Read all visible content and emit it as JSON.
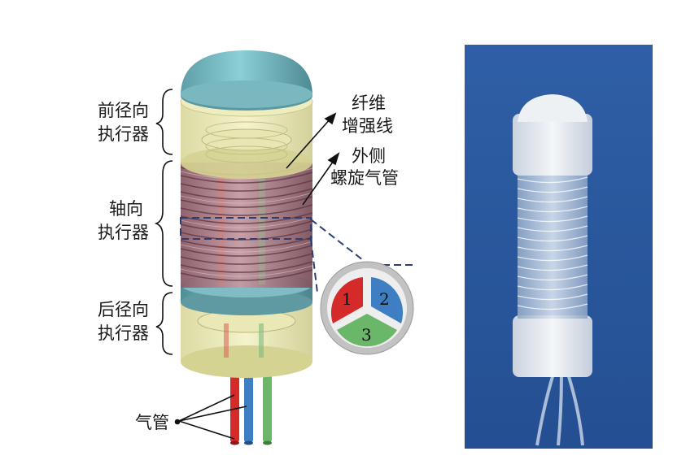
{
  "diagram": {
    "labels": {
      "front_radial_line1": "前径向",
      "front_radial_line2": "执行器",
      "axial_line1": "轴向",
      "axial_line2": "执行器",
      "rear_radial_line1": "后径向",
      "rear_radial_line2": "执行器",
      "fiber_line1": "纤维",
      "fiber_line2": "增强线",
      "helix_line1": "外侧",
      "helix_line2": "螺旋气管",
      "tubes": "气管"
    },
    "cross_section": {
      "chambers": [
        "1",
        "2",
        "3"
      ],
      "colors": [
        "#d42a2a",
        "#3d7fc2",
        "#6ab76a"
      ]
    },
    "tube_colors": [
      "#d42a2a",
      "#3d7fc2",
      "#6ab76a"
    ]
  }
}
